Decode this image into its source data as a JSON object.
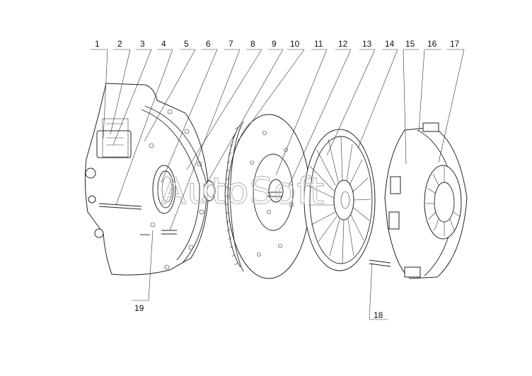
{
  "callouts": {
    "top": [
      "1",
      "2",
      "3",
      "4",
      "5",
      "6",
      "7",
      "8",
      "9",
      "10",
      "11",
      "12",
      "13",
      "14",
      "15",
      "16",
      "17"
    ],
    "bottom_left": "19",
    "bottom_right": "18"
  },
  "watermark": "AutoSoft",
  "colors": {
    "line": "#222222",
    "background": "#ffffff",
    "watermark": "#bdbdbd"
  }
}
